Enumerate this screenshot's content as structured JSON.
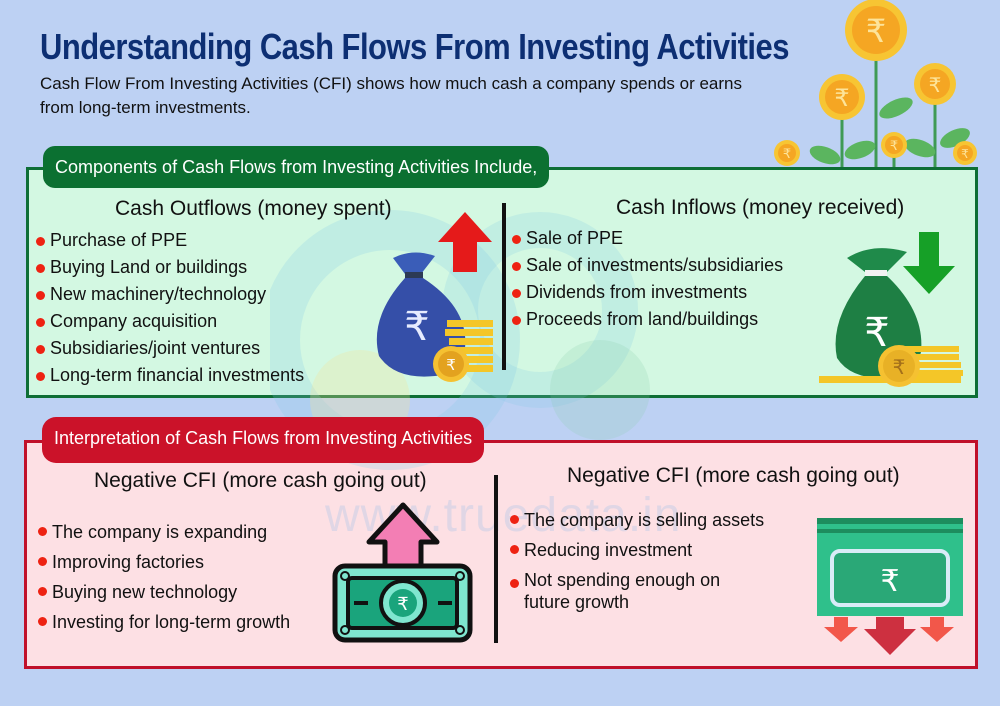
{
  "header": {
    "title": "Understanding Cash Flows From Investing Activities",
    "subtitle": "Cash Flow From Investing Activities (CFI) shows how much cash a company spends or earns from long-term investments."
  },
  "watermark": "www.truedata.in",
  "components": {
    "label": "Components of Cash Flows from Investing Activities Include,",
    "outflows": {
      "heading": "Cash Outflows (money spent)",
      "items": [
        "Purchase of PPE",
        "Buying Land or buildings",
        "New machinery/technology",
        "Company acquisition",
        "Subsidiaries/joint ventures",
        "Long-term financial investments"
      ],
      "icon": "money-bag-up-arrow-icon"
    },
    "inflows": {
      "heading": "Cash Inflows (money received)",
      "items": [
        "Sale of PPE",
        "Sale of investments/subsidiaries",
        "Dividends from investments",
        "Proceeds from land/buildings"
      ],
      "icon": "money-bag-down-arrow-icon"
    }
  },
  "interpretation": {
    "label": "Interpretation of Cash Flows from Investing Activities",
    "left": {
      "heading": "Negative CFI (more cash going out)",
      "items": [
        "The company is expanding",
        "Improving factories",
        "Buying new technology",
        "Investing for long-term growth"
      ],
      "icon": "banknote-up-arrow-icon"
    },
    "right": {
      "heading": "Negative CFI (more cash going out)",
      "items": [
        "The company is selling assets",
        "Reducing investment",
        "Not spending enough on",
        "future growth"
      ],
      "icon": "banknote-down-arrows-icon"
    }
  },
  "colors": {
    "background": "#bdd1f3",
    "title": "#0d2f73",
    "green_accent": "#0b7031",
    "green_fill": "#d3f8e2",
    "red_accent": "#cb1229",
    "red_fill": "#fde0e4",
    "bullet": "#ee2212"
  }
}
